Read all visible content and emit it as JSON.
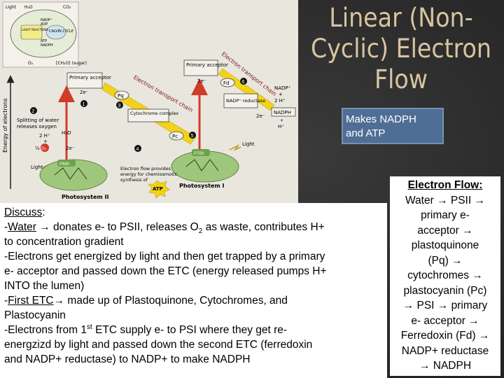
{
  "slide": {
    "title_lines": [
      "Linear (Non-",
      "Cyclic) Electron",
      "Flow"
    ],
    "callout_lines": [
      "Makes NADPH",
      "and ATP"
    ]
  },
  "diagram": {
    "inset": {
      "light": "Light",
      "h2o": "H₂O",
      "co2": "CO₂",
      "nadp": "NADP⁺",
      "adp": "ADP",
      "light_reactions": "LIGHT REACTIONS",
      "calvin_cycle": "CALVIN CYCLE",
      "atp": "ATP",
      "nadph": "NADPH",
      "o2": "O₂",
      "ch2o": "[CH₂O] (sugar)"
    },
    "axis_label": "Energy of electrons",
    "primary_acceptor_left": "Primary acceptor",
    "primary_acceptor_right": "Primary acceptor",
    "etc_left_label": "Electron transport chain",
    "etc_right_label": "Electron transport chain",
    "pq": "Pq",
    "cytochrome": "Cytochrome complex",
    "pc": "Pc",
    "fd": "Fd",
    "nadp_reductase": "NADP⁺ reductase",
    "nadp_in": "NADP⁺",
    "plus": "+",
    "two_h": "2 H⁺",
    "nadph_out": "NADPH",
    "h_plus": "H⁺",
    "two_e_a": "2e⁻",
    "two_e_b": "2e⁻",
    "two_e_c": "2e⁻",
    "two_e_d": "2e⁻",
    "two_h_left": "2 H⁺",
    "h2o_left": "H₂O",
    "plus_left": "+",
    "half_o2": "½",
    "o2_symbol": "O₂",
    "light_left": "Light",
    "light_right": "Light",
    "p680": "P680",
    "p700": "P700",
    "step_labels": [
      "1",
      "2",
      "3",
      "4",
      "5",
      "6"
    ],
    "splitting_text_1": "Splitting of water",
    "splitting_text_2": "releases oxygen",
    "atp_badge": "ATP",
    "flow_text_1": "Electron flow provides",
    "flow_text_2": "energy for chemiosmotic",
    "flow_text_3": "synthesis of",
    "ps2": "Photosystem II",
    "ps1": "Photosystem I"
  },
  "discuss": {
    "heading": "Discuss",
    "heading_colon": ":",
    "water_prefix": "-",
    "water_word": "Water",
    "water_rest_a": " → donates e- to PSII, releases O",
    "water_sub": "2",
    "water_rest_b": " as waste, contributes H+",
    "line2": "to concentration gradient",
    "line3": "-Electrons get energized by light and then get trapped by a primary",
    "line4": "e- acceptor and passed down the ETC (energy released pumps H+",
    "line5": "INTO the lumen)",
    "etc_prefix": "-",
    "etc_word": "First ETC",
    "etc_rest": "→ made up of Plastoquinone, Cytochromes, and",
    "line7": "Plastocyanin",
    "line8_a": "-Electrons from 1",
    "line8_sup": "st",
    "line8_b": " ETC supply e- to PSI where they get re-",
    "line9": "energzizd by light and passed down the second ETC (ferredoxin",
    "line10": "and NADP+ reductase) to NADP+ to make NADPH"
  },
  "flow": {
    "heading": "Electron Flow:",
    "lines": [
      "Water → PSII →",
      "primary e-",
      "acceptor →",
      "plastoquinone",
      "(Pq) →",
      "cytochromes →",
      "plastocyanin (Pc)",
      "→ PSI → primary",
      "e- acceptor →",
      "Ferredoxin (Fd) →",
      "NADP+ reductase",
      "→ NADPH"
    ]
  },
  "colors": {
    "title": "#d8c4a0",
    "callout_bg": "#4f6e95",
    "arrow_red": "#d23a2a",
    "etc_yellow": "#f2d21a"
  }
}
